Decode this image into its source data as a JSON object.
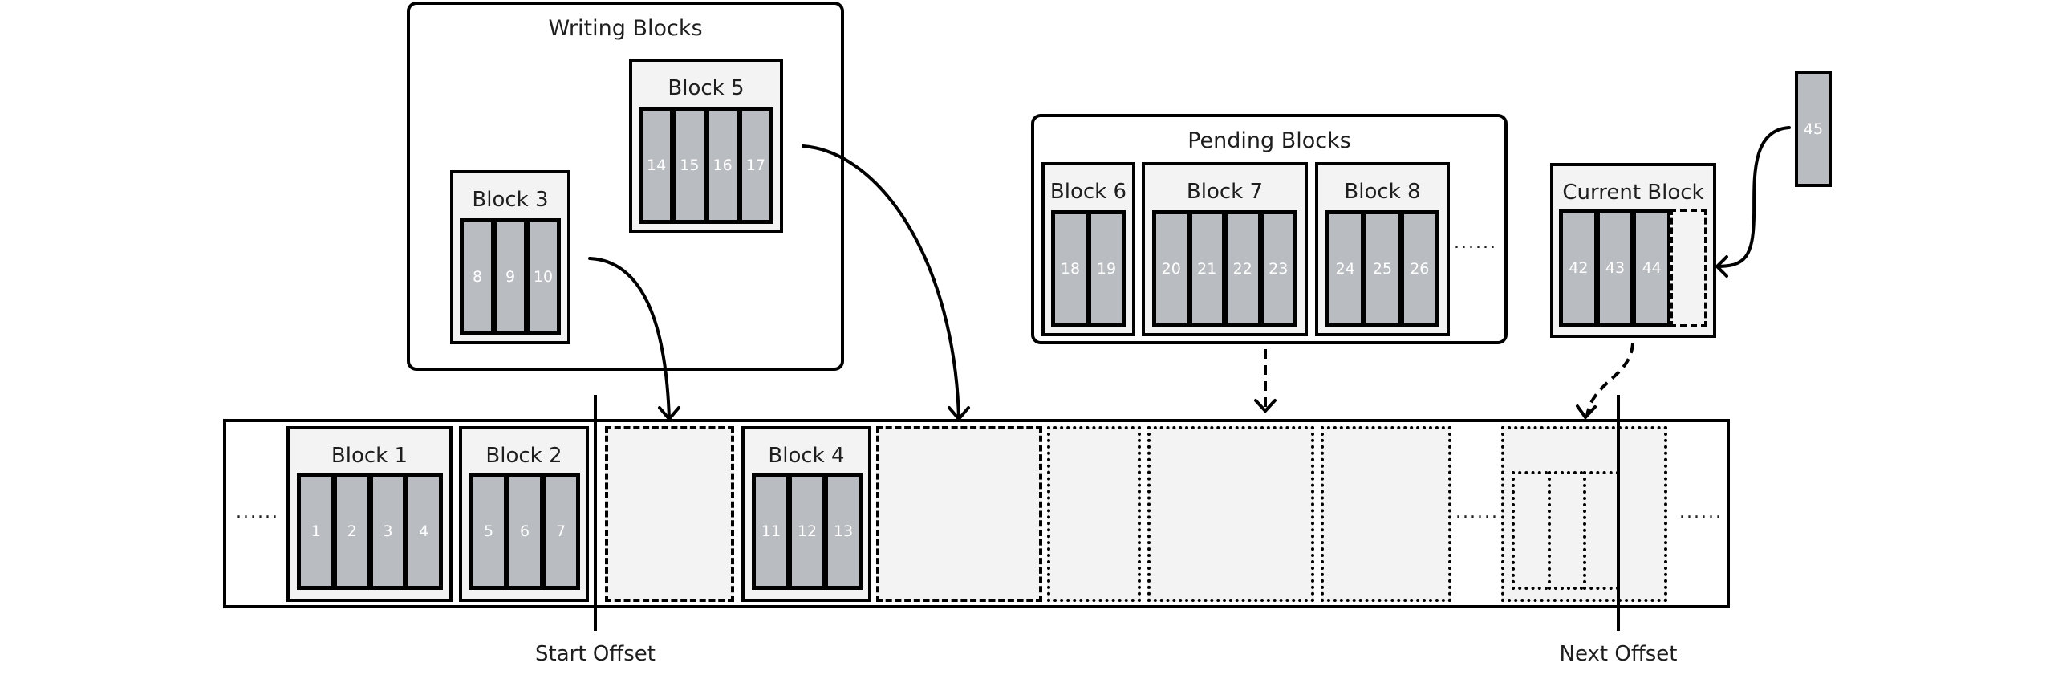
{
  "diagram": {
    "writing_group": {
      "title": "Writing Blocks",
      "blocks": [
        {
          "label": "Block 3",
          "cells": [
            "8",
            "9",
            "10"
          ]
        },
        {
          "label": "Block 5",
          "cells": [
            "14",
            "15",
            "16",
            "17"
          ]
        }
      ]
    },
    "pending_group": {
      "title": "Pending Blocks",
      "blocks": [
        {
          "label": "Block 6",
          "cells": [
            "18",
            "19"
          ]
        },
        {
          "label": "Block 7",
          "cells": [
            "20",
            "21",
            "22",
            "23"
          ]
        },
        {
          "label": "Block 8",
          "cells": [
            "24",
            "25",
            "26"
          ]
        }
      ],
      "ellipsis": "......"
    },
    "current_block": {
      "label": "Current Block",
      "cells": [
        "42",
        "43",
        "44"
      ],
      "incoming_cell": "45"
    },
    "strip": {
      "left_ellipsis": "......",
      "mid_ellipsis": "......",
      "right_ellipsis": "......",
      "blocks": [
        {
          "label": "Block 1",
          "cells": [
            "1",
            "2",
            "3",
            "4"
          ]
        },
        {
          "label": "Block 2",
          "cells": [
            "5",
            "6",
            "7"
          ]
        },
        {
          "label": "Block 4",
          "cells": [
            "11",
            "12",
            "13"
          ]
        }
      ]
    },
    "offsets": {
      "start": "Start Offset",
      "next": "Next Offset"
    }
  }
}
